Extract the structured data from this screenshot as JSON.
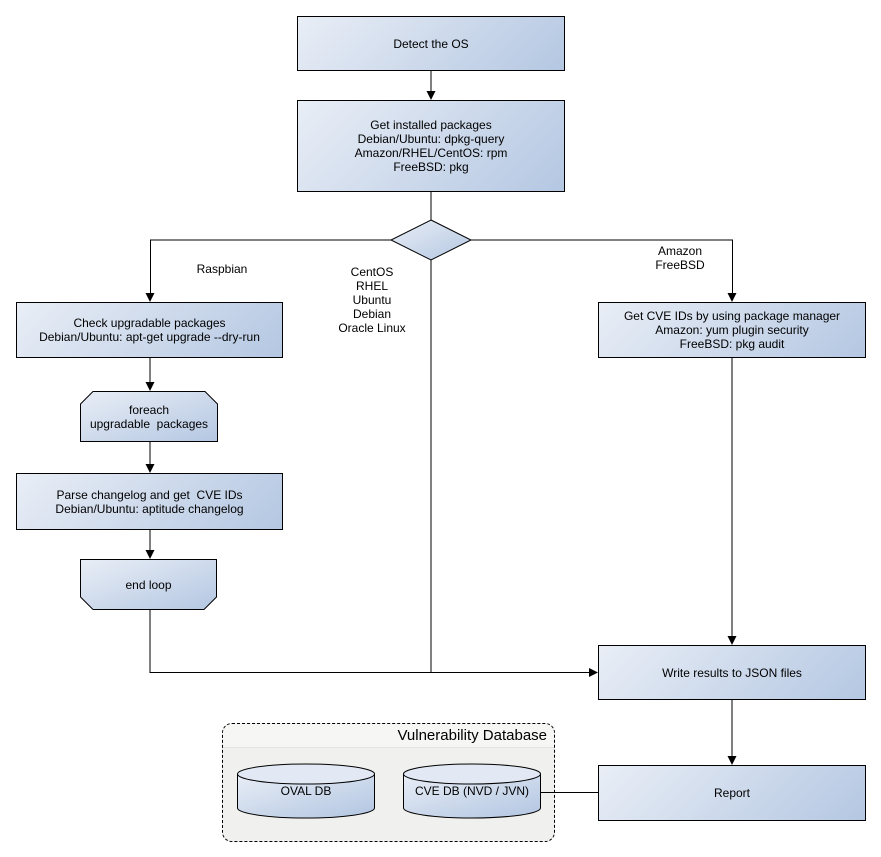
{
  "nodes": {
    "detect_os": "Detect the OS",
    "get_installed_packages": "Get installed packages\nDebian/Ubuntu: dpkg-query\nAmazon/RHEL/CentOS: rpm\nFreeBSD: pkg",
    "check_upgradable_packages": "Check upgradable packages\nDebian/Ubuntu: apt-get upgrade --dry-run",
    "foreach_loop": "foreach\nupgradable  packages",
    "parse_changelog": "Parse changelog and get  CVE IDs\nDebian/Ubuntu: aptitude changelog",
    "end_loop": "end loop",
    "get_cve_ids": "Get CVE IDs by using package manager\nAmazon: yum plugin security\nFreeBSD: pkg audit",
    "write_results": "Write results to JSON files",
    "report": "Report"
  },
  "edge_labels": {
    "raspbian": "Raspbian",
    "os_list": "CentOS\nRHEL\nUbuntu\nDebian\nOracle Linux",
    "amazon_freebsd": "Amazon\nFreeBSD"
  },
  "database": {
    "title": "Vulnerability Database",
    "oval_db": "OVAL DB",
    "cve_db": "CVE DB (NVD / JVN)"
  },
  "colors": {
    "background": "#ffffff",
    "node_fill_light": "#e9eef6",
    "node_fill_dark": "#b4c7e2",
    "cylinder_top": "#e2e9f4",
    "node_border": "#000000",
    "connector": "#000000",
    "db_container_fill": "#f0f0ee",
    "db_header_fill": "#f6f6f4"
  }
}
